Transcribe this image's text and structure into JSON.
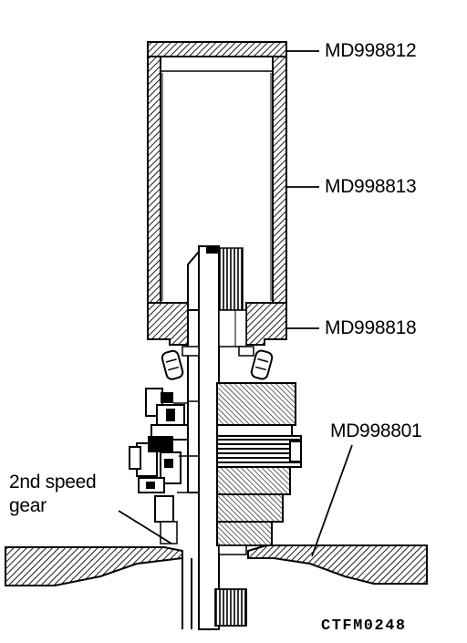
{
  "diagram": {
    "callouts": {
      "cap": "MD998812",
      "sleeve": "MD998813",
      "collar": "MD998818",
      "base": "MD998801",
      "gear_line1": "2nd  speed",
      "gear_line2": "gear"
    },
    "figure_code": "CTFM0248",
    "colors": {
      "ink": "#000000",
      "paper": "#ffffff"
    }
  }
}
